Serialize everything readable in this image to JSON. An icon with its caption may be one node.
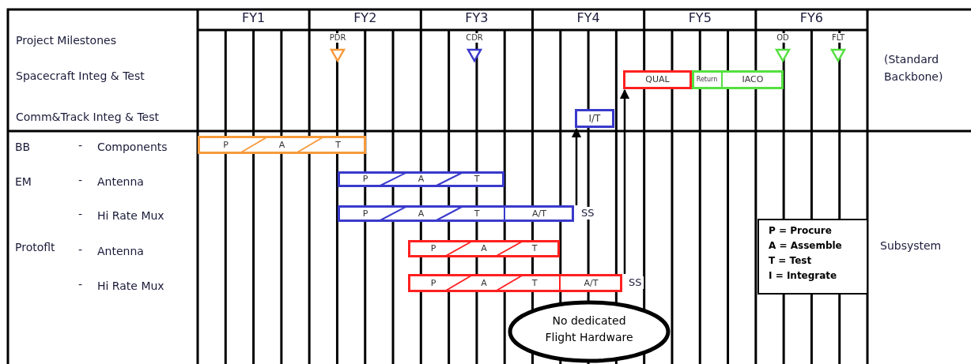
{
  "diagram": {
    "nodes": [
      {
        "text": [
          "PDR"
        ]
      },
      {
        "text": [
          "CDR"
        ]
      },
      {
        "text": [
          "OD"
        ]
      },
      {
        "text": [
          "FLT"
        ]
      },
      {
        "text": [
          "QUAL"
        ]
      },
      {
        "text": [
          "Return",
          "IACO"
        ]
      },
      {
        "text": [
          "I/T"
        ]
      },
      {
        "text": [
          "P",
          "A",
          "T"
        ]
      },
      {
        "text": [
          "P",
          "A",
          "T"
        ]
      },
      {
        "text": [
          "P",
          "A",
          "T",
          "A/T"
        ],
        "beside": [
          "SS"
        ]
      },
      {
        "text": [
          "P",
          "A",
          "T"
        ]
      },
      {
        "text": [
          "P",
          "A",
          "T",
          "A/T"
        ],
        "beside": [
          "SS"
        ]
      },
      {
        "text": [
          "No dedicated Flight Hardware"
        ]
      }
    ],
    "edges": [
      {
        "from": 9,
        "to": 6,
        "arrow": "to"
      },
      {
        "from": 11,
        "to": 4,
        "arrow": "to"
      }
    ],
    "labels": [
      "FY1",
      "FY2",
      "FY3",
      "FY4",
      "FY5",
      "FY6",
      "Project Milestones",
      "Spacecraft Integ & Test",
      "(Standard Backbone)",
      "Comm&Track Integ & Test",
      "BB",
      "-",
      "Components",
      "EM",
      "-",
      "Antenna",
      "-",
      "Hi Rate Mux",
      "Protoflt",
      "-",
      "Antenna",
      "Subsystem",
      "-",
      "Hi Rate Mux"
    ],
    "legend": [
      {
        "text": "P = Procure"
      },
      {
        "text": "A = Assemble"
      },
      {
        "text": "T = Test"
      },
      {
        "text": "I = Integrate"
      }
    ]
  }
}
